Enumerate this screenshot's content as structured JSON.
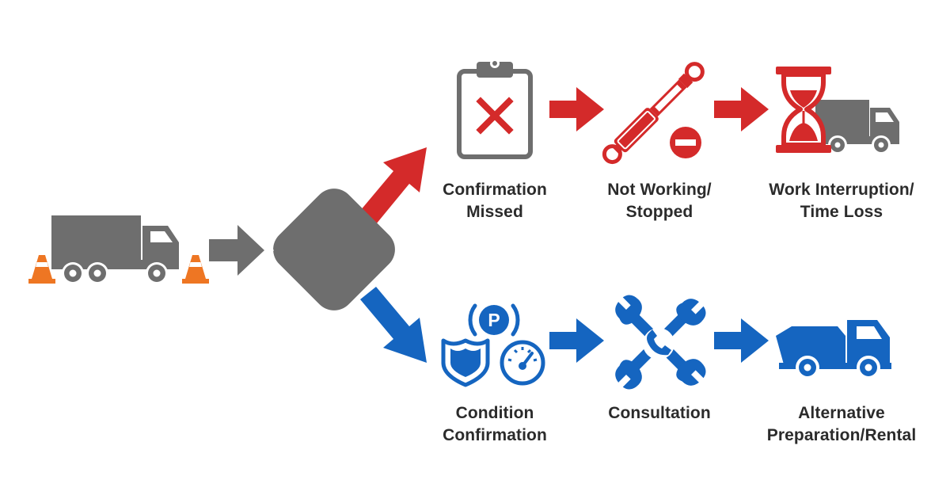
{
  "colors": {
    "gray": "#6e6e6e",
    "red": "#d42a2a",
    "blue": "#1565c0",
    "cone": "#ee7623",
    "text": "#2b2b2b"
  },
  "start": {
    "icon": "truck-with-traffic-cones-icon"
  },
  "decision": {
    "icon": "rounded-diamond-decision-icon"
  },
  "red_path": {
    "steps": [
      {
        "icon": "clipboard-x-icon",
        "lines": [
          "Confirmation",
          "Missed"
        ]
      },
      {
        "icon": "hydraulic-cylinder-stop-icon",
        "lines": [
          "Not Working/",
          "Stopped"
        ]
      },
      {
        "icon": "hourglass-truck-icon",
        "lines": [
          "Work Interruption/",
          "Time Loss"
        ]
      }
    ]
  },
  "blue_path": {
    "steps": [
      {
        "icon": "parking-shield-gauge-icon",
        "lines": [
          "Condition",
          "Confirmation"
        ]
      },
      {
        "icon": "wrench-phone-icon",
        "lines": [
          "Consultation"
        ]
      },
      {
        "icon": "dump-truck-icon",
        "lines": [
          "Alternative",
          "Preparation/Rental"
        ]
      }
    ]
  }
}
